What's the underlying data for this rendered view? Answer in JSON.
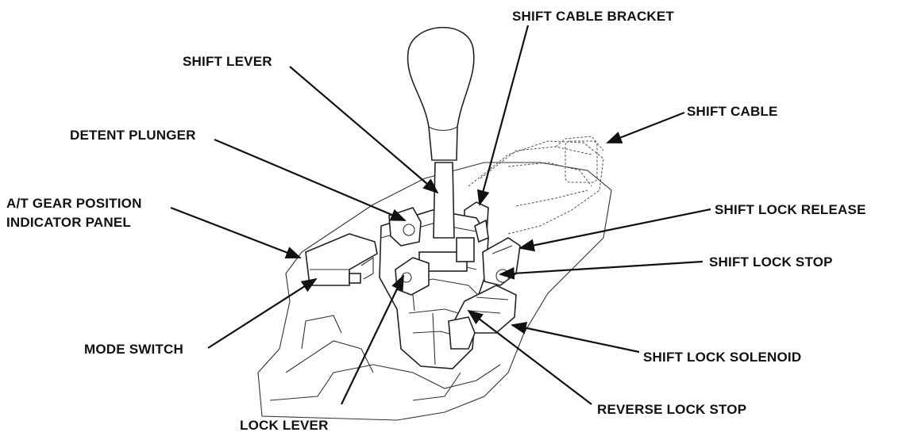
{
  "labels": {
    "shift_cable_bracket": "SHIFT CABLE BRACKET",
    "shift_lever": "SHIFT LEVER",
    "shift_cable": "SHIFT CABLE",
    "detent_plunger": "DETENT PLUNGER",
    "at_gear_line1": "A/T GEAR POSITION",
    "at_gear_line2": "INDICATOR PANEL",
    "shift_lock_release": "SHIFT LOCK RELEASE",
    "shift_lock_stop": "SHIFT LOCK STOP",
    "mode_switch": "MODE SWITCH",
    "shift_lock_solenoid": "SHIFT LOCK SOLENOID",
    "reverse_lock_stop": "REVERSE LOCK STOP",
    "lock_lever": "LOCK LEVER"
  },
  "colors": {
    "ink": "#111111",
    "paper": "#ffffff"
  }
}
